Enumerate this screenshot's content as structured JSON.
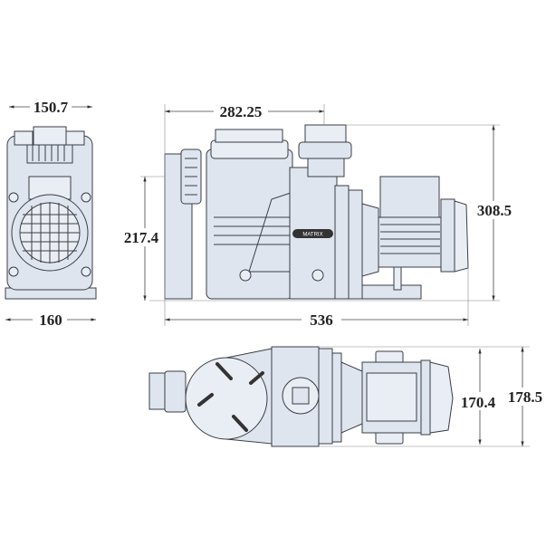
{
  "drawing": {
    "front_view": {
      "width_top": "150.7",
      "width_base": "160"
    },
    "side_view": {
      "inlet_to_outlet": "282.25",
      "inlet_height": "217.4",
      "total_height": "308.5",
      "total_length": "536",
      "badge": "MATRIX"
    },
    "top_view": {
      "motor_width": "170.4",
      "total_width": "178.5"
    },
    "colors": {
      "body": "#dfe5ef",
      "stroke": "#3a3d44"
    }
  }
}
